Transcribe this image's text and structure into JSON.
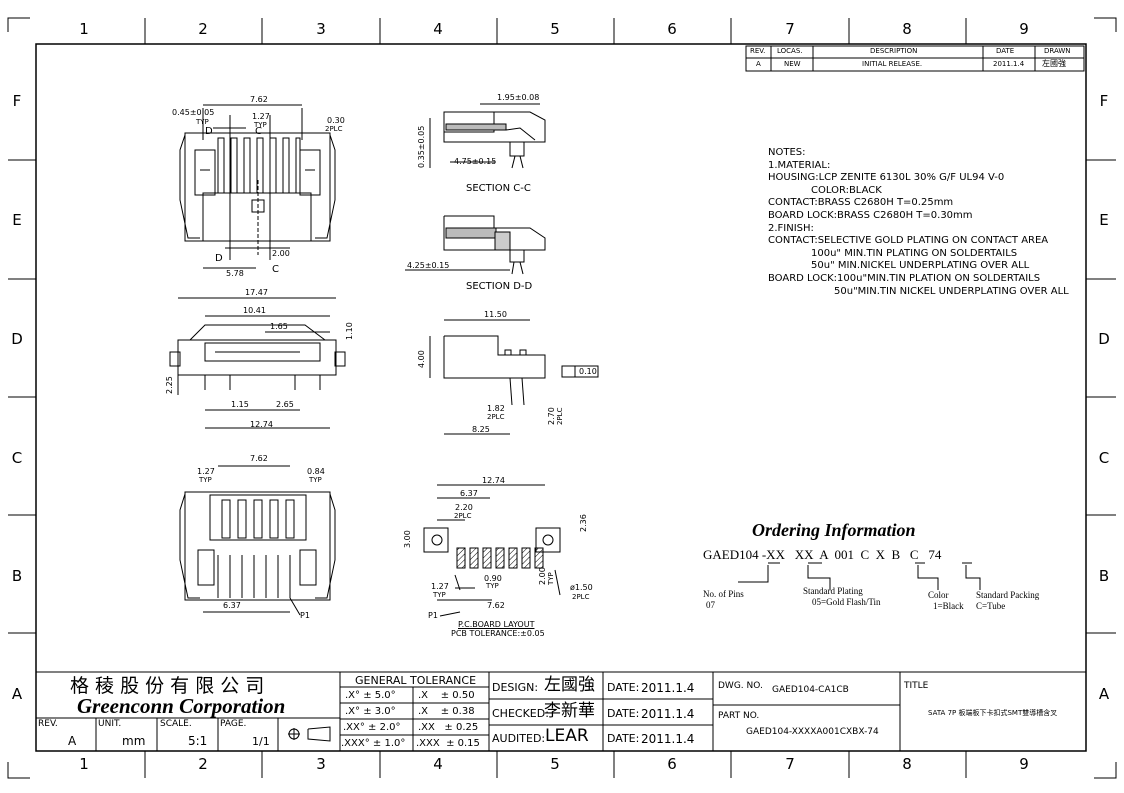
{
  "zones": {
    "columns": [
      "1",
      "2",
      "3",
      "4",
      "5",
      "6",
      "7",
      "8",
      "9"
    ],
    "rows": [
      "F",
      "E",
      "D",
      "C",
      "B",
      "A"
    ]
  },
  "revision_table": {
    "headers": [
      "REV.",
      "LOCAS.",
      "DESCRIPTION",
      "DATE",
      "DRAWN"
    ],
    "row": [
      "A",
      "NEW",
      "INITIAL RELEASE.",
      "2011.1.4",
      "左國強"
    ]
  },
  "notes": [
    "NOTES:",
    "1.MATERIAL:",
    "HOUSING:LCP ZENITE 6130L 30% G/F UL94 V-0",
    "        COLOR:BLACK",
    "CONTACT:BRASS C2680H T=0.25mm",
    "BOARD LOCK:BRASS C2680H T=0.30mm",
    "2.FINISH:",
    "CONTACT:SELECTIVE GOLD PLATING ON CONTACT AREA",
    "          100u\" MIN.TIN PLATING ON SOLDERTAILS",
    "          50u\" MIN.NICKEL UNDERPLATING OVER ALL",
    "BOARD LOCK:100u\"MIN.TIN PLATION ON SOLDERTAILS",
    "          50u\"MIN.TIN NICKEL UNDERPLATING OVER ALL"
  ],
  "ordering": {
    "title": "Ordering Information",
    "code": "GAED104 -XX   XX  A  001  C  X  B   C   74",
    "pins_label": "No. of Pins",
    "pins_value": "07",
    "plating_label": "Standard Plating",
    "plating_value": "05=Gold Flash/Tin",
    "color_label": "Color",
    "color_value": "1=Black",
    "packing_label": "Standard Packing",
    "packing_value": "C=Tube"
  },
  "views": {
    "top": {
      "d1": "7.62",
      "d2": "0.45±0.05",
      "d3": "TYP",
      "d4": "1.27",
      "d5": "TYP",
      "d6": "0.30",
      "d7": "2PLC",
      "d8": "2.00",
      "d9": "5.78",
      "lblD": "D",
      "lblC": "C"
    },
    "sectionCC": {
      "label": "SECTION C-C",
      "d1": "1.95±0.08",
      "d2": "0.35±0.05",
      "d3": "4.75±0.15"
    },
    "sectionDD": {
      "label": "SECTION D-D",
      "d1": "4.25±0.15"
    },
    "front": {
      "d1": "17.47",
      "d2": "10.41",
      "d3": "1.65",
      "d4": "1.10",
      "d5": "2.25",
      "d6": "1.15",
      "d7": "2.65",
      "d8": "12.74"
    },
    "side": {
      "d1": "11.50",
      "d2": "4.00",
      "d3": "0.10",
      "d4": "1.82",
      "d5": "2PLC",
      "d6": "2.70",
      "d7": "2PLC",
      "d8": "8.25"
    },
    "bottom": {
      "d1": "7.62",
      "d2": "1.27",
      "d3": "TYP",
      "d4": "0.84",
      "d5": "TYP",
      "d6": "6.37",
      "d7": "P1"
    },
    "pcb": {
      "d1": "12.74",
      "d2": "6.37",
      "d3": "2.20",
      "d4": "2PLC",
      "d5": "3.00",
      "d6": "2.36",
      "d7": "1.27",
      "d8": "TYP",
      "d9": "0.90",
      "d10": "TYP",
      "d11": "2.00",
      "d12": "TYP",
      "d13": "ø1.50",
      "d14": "2PLC",
      "d15": "7.62",
      "d16": "P1",
      "caption1": "P.C.BOARD LAYOUT",
      "caption2": "PCB TOLERANCE:±0.05"
    }
  },
  "title_block": {
    "company_cn": "格 稜 股 份 有 限 公 司",
    "company_en": "Greenconn Corporation",
    "rev_label": "REV.",
    "rev_value": "A",
    "unit_label": "UNIT.",
    "unit_value": "mm",
    "scale_label": "SCALE.",
    "scale_value": "5:1",
    "page_label": "PAGE.",
    "page_value": "1/1",
    "tolerance_title": "GENERAL  TOLERANCE",
    "tolerances": [
      [
        ".X° ± 5.0°",
        ".X    ± 0.50"
      ],
      [
        ".X° ± 3.0°",
        ".X    ± 0.38"
      ],
      [
        ".XX° ± 2.0°",
        ".XX   ± 0.25"
      ],
      [
        ".XXX° ± 1.0°",
        ".XXX  ± 0.15"
      ]
    ],
    "design_label": "DESIGN:",
    "design_value": "左國強",
    "checked_label": "CHECKED:",
    "checked_value": "李新華",
    "audited_label": "AUDITED:",
    "audited_value": "LEAR",
    "date_label": "DATE:",
    "date_value": "2011.1.4",
    "dwg_label": "DWG. NO.",
    "dwg_value": "GAED104-CA1CB",
    "part_label": "PART NO.",
    "part_value": "GAED104-XXXXA001CXBX-74",
    "title_label": "TITLE",
    "title_value": "SATA 7P 板端板下卡扣式SMT雙導槽含叉"
  }
}
